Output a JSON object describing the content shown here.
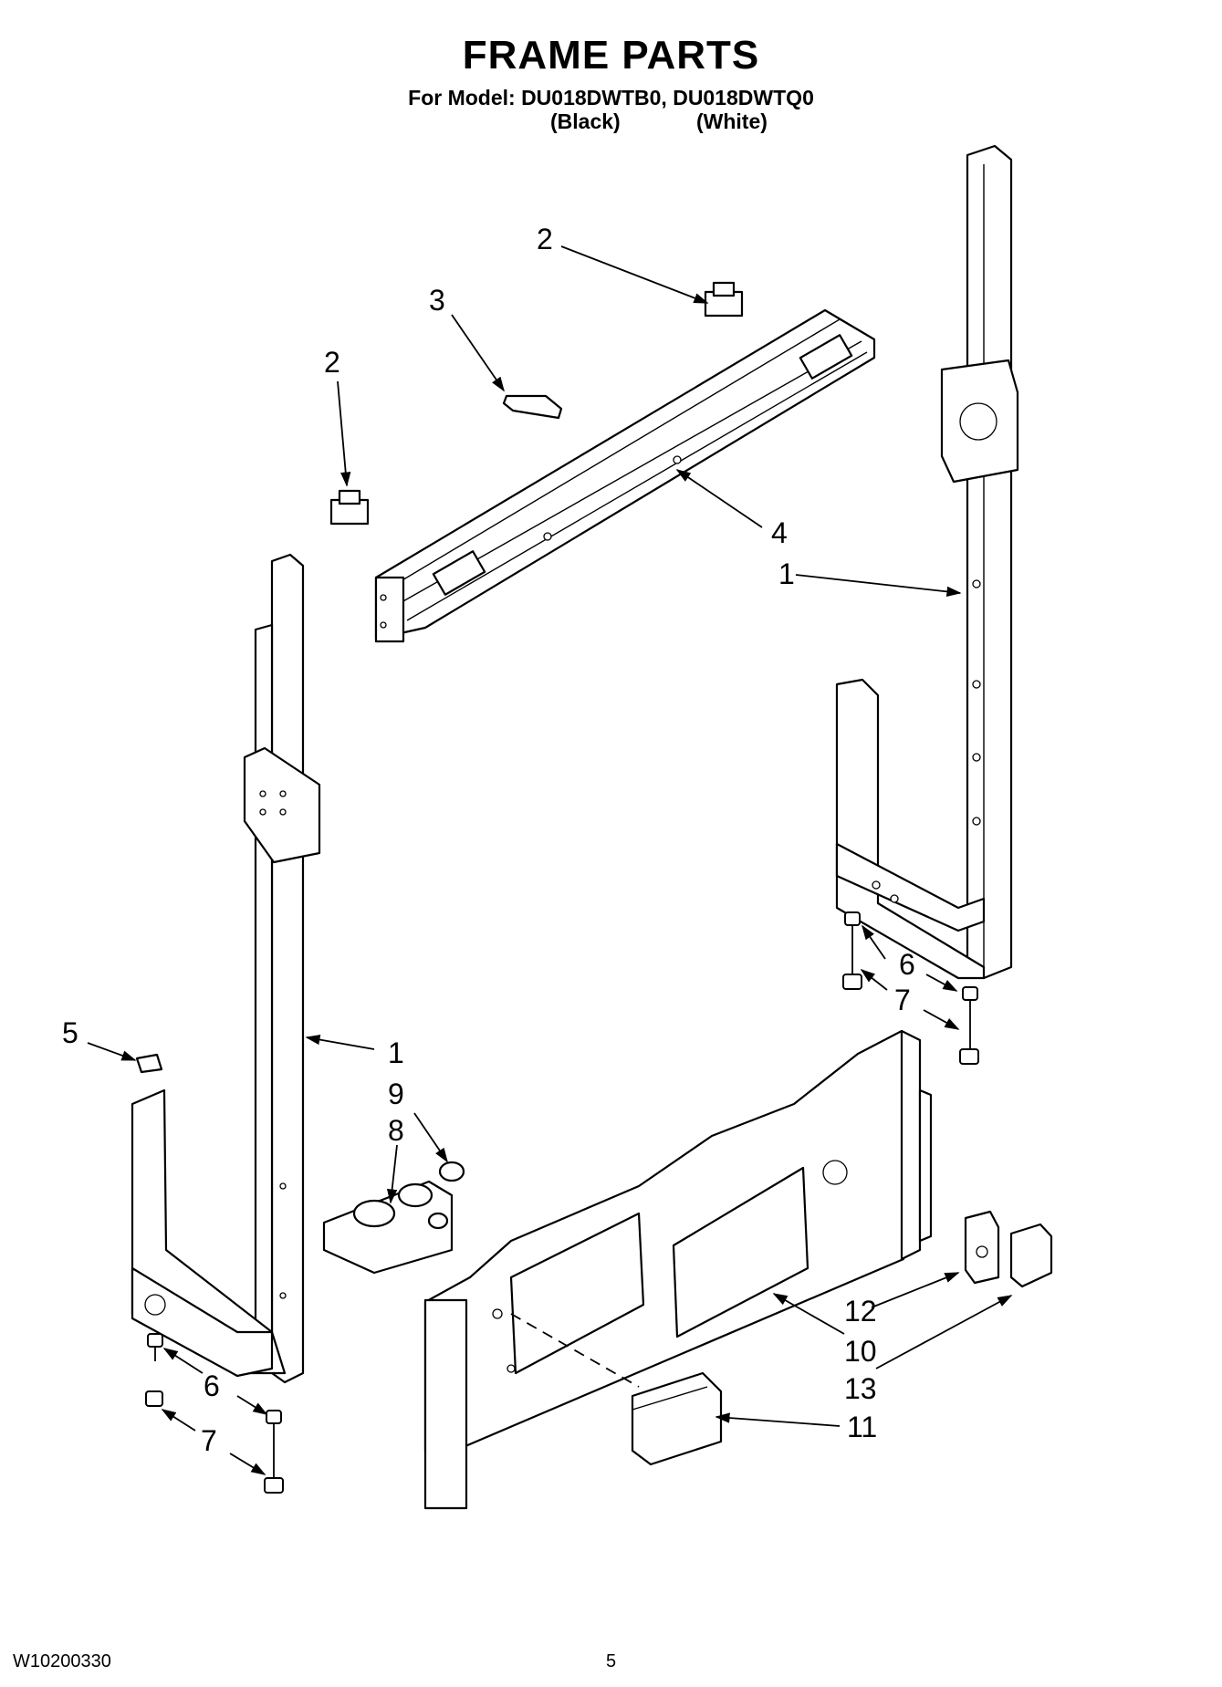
{
  "header": {
    "title": "FRAME PARTS",
    "model_line": "For Model: DU018DWTB0, DU018DWTQ0",
    "variant_black": "(Black)",
    "variant_white": "(White)"
  },
  "callouts": {
    "c1": "1",
    "c2": "2",
    "c3": "3",
    "c4": "4",
    "c5": "5",
    "c6": "6",
    "c7": "7",
    "c8": "8",
    "c9": "9",
    "c10": "10",
    "c11": "11",
    "c12": "12",
    "c13": "13"
  },
  "footer": {
    "doc_number": "W10200330",
    "page_number": "5"
  }
}
